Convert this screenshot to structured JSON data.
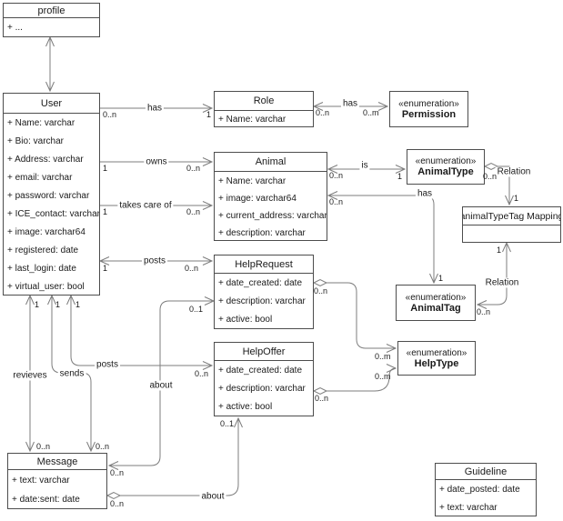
{
  "classes": {
    "profile": {
      "name": "profile",
      "attributes": [
        "+ ..."
      ]
    },
    "user": {
      "name": "User",
      "attributes": [
        "+ Name: varchar",
        "+ Bio: varchar",
        "+ Address: varchar",
        "+ email: varchar",
        "+ password: varchar",
        "+ ICE_contact: varchar",
        "+ image: varchar64",
        "+ registered: date",
        "+ last_login: date",
        "+ virtual_user: bool"
      ]
    },
    "role": {
      "name": "Role",
      "attributes": [
        "+ Name: varchar"
      ]
    },
    "permission": {
      "stereotype": "«enumeration»",
      "name": "Permission"
    },
    "animal": {
      "name": "Animal",
      "attributes": [
        "+ Name: varchar",
        "+ image: varchar64",
        "+ current_address: varchar",
        "+ description: varchar"
      ]
    },
    "animal_type": {
      "stereotype": "«enumeration»",
      "name": "AnimalType"
    },
    "animal_type_tag_mapping": {
      "name": "animalTypeTag Mapping",
      "attributes": []
    },
    "help_request": {
      "name": "HelpRequest",
      "attributes": [
        "+ date_created: date",
        "+ description: varchar",
        "+ active: bool"
      ]
    },
    "animal_tag": {
      "stereotype": "«enumeration»",
      "name": "AnimalTag"
    },
    "help_offer": {
      "name": "HelpOffer",
      "attributes": [
        "+ date_created: date",
        "+ description: varchar",
        "+ active: bool"
      ]
    },
    "help_type": {
      "stereotype": "«enumeration»",
      "name": "HelpType"
    },
    "message": {
      "name": "Message",
      "attributes": [
        "+ text: varchar",
        "+ date:sent: date"
      ]
    },
    "guideline": {
      "name": "Guideline",
      "attributes": [
        "+ date_posted: date",
        "+ text: varchar"
      ]
    }
  },
  "edges": {
    "user_role": {
      "label": "has",
      "m_user": "0..n",
      "m_role": "1"
    },
    "role_permission": {
      "label": "has",
      "m_role": "0..n",
      "m_permission": "0..m"
    },
    "user_animal_owns": {
      "label": "owns",
      "m_user": "1",
      "m_animal": "0..n"
    },
    "user_animal_takes_care_of": {
      "label": "takes care of",
      "m_user": "1",
      "m_animal": "0..n"
    },
    "user_help_request_posts": {
      "label": "posts",
      "m_user": "1",
      "m_help_request": "0..n"
    },
    "user_help_offer_posts": {
      "label": "posts",
      "m_user": "1",
      "m_help_offer": "0..n"
    },
    "user_message_revieves": {
      "label": "revieves",
      "m_user": "1",
      "m_message": "0..n"
    },
    "user_message_sends": {
      "label": "sends",
      "m_user": "1",
      "m_message": "0..n"
    },
    "message_help_request_about": {
      "label": "about",
      "m_help_request": "0..1",
      "m_message": "0..n"
    },
    "message_help_offer_about": {
      "label": "about",
      "m_help_offer": "0..1",
      "m_message": "0..n"
    },
    "animal_animal_type_is": {
      "label": "is",
      "m_animal": "0..n",
      "m_animal_type": "1"
    },
    "animal_animal_tag_has": {
      "label": "has",
      "m_animal": "0..n",
      "m_animal_tag": "1"
    },
    "animal_type_mapping_relation": {
      "label": "Relation",
      "m_animal_type": "0..n",
      "m_mapping": "1"
    },
    "mapping_animal_tag_relation": {
      "label": "Relation",
      "m_mapping": "1",
      "m_animal_tag": "0..n"
    },
    "help_request_help_type": {
      "m_help_request": "0..n",
      "m_help_type": "0..m"
    },
    "help_offer_help_type": {
      "m_help_offer": "0..n",
      "m_help_type": "0..m"
    }
  },
  "colors": {
    "line": "#7d7d7d",
    "box_border": "#4d4d4d",
    "text": "#1a1a1a",
    "background": "#ffffff"
  }
}
